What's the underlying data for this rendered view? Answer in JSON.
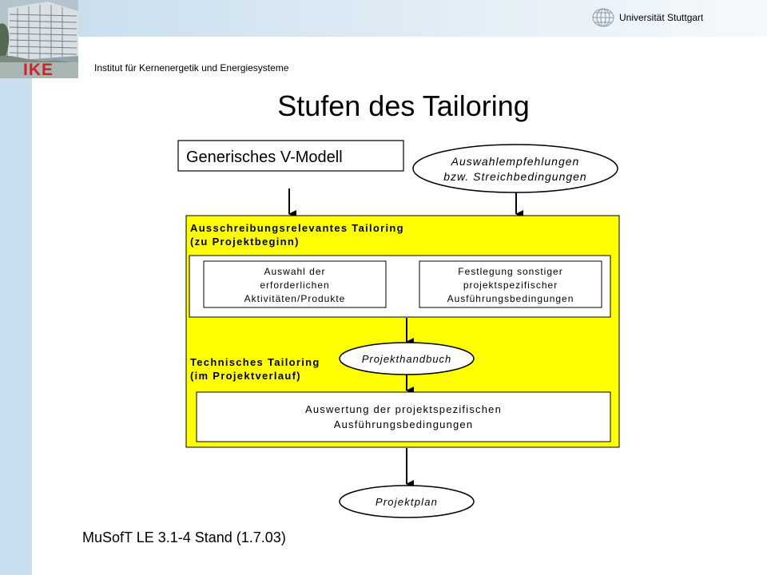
{
  "header": {
    "university": "Universität Stuttgart",
    "institute": "Institut für Kernenergetik und Energiesysteme",
    "logo_text": "IKE"
  },
  "slide": {
    "title": "Stufen des Tailoring",
    "footer": "MuSofT LE 3.1-4 Stand (1.7.03)"
  },
  "diagram": {
    "source_box": "Generisches V-Modell",
    "recommendations": [
      "Auswahlempfehlungen",
      "bzw. Streichbedingungen"
    ],
    "stage1_title": [
      "Ausschreibungsrelevantes Tailoring",
      "(zu Projektbeginn)"
    ],
    "selection_box": [
      "Auswahl der",
      "erforderlichen",
      "Aktivitäten/Produkte"
    ],
    "conditions_box": [
      "Festlegung sonstiger",
      "projektspezifischer",
      "Ausführungsbedingungen"
    ],
    "handbook": "Projekthandbuch",
    "stage2_title": [
      "Technisches Tailoring",
      "(im Projektverlauf)"
    ],
    "evaluation_box": [
      "Auswertung der projektspezifischen",
      "Ausführungsbedingungen"
    ],
    "plan": "Projektplan"
  },
  "colors": {
    "stage_fill": "#ffff00",
    "header_band": "#c7dded",
    "side_stripe": "#c9dff0",
    "logo_red": "#d0202a"
  }
}
